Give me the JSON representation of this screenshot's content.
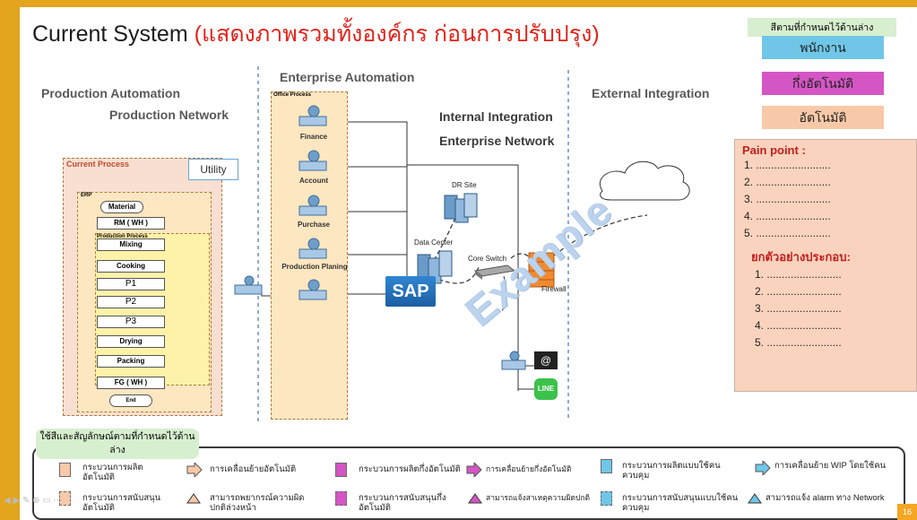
{
  "title": {
    "main": "Current System",
    "thai": "(แสดงภาพรวมทั้งองค์กร ก่อนการปรับปรุง)"
  },
  "zones": {
    "production_automation": "Production Automation",
    "production_network": "Production Network",
    "enterprise_automation": "Enterprise Automation",
    "internal_integration": "Internal Integration",
    "enterprise_network": "Enterprise Network",
    "external_integration": "External Integration"
  },
  "color_legend": {
    "title": "สีตามที่กำหนดไว้ด้านล่าง",
    "items": [
      {
        "label": "พนักงาน",
        "color": "#6fc6e6"
      },
      {
        "label": "กึ่งอัตโนมัติ",
        "color": "#d456c4"
      },
      {
        "label": "อัตโนมัติ",
        "color": "#f8c9a8"
      }
    ]
  },
  "pain_point": {
    "title": "Pain point :",
    "items": [
      "1. .........................",
      "2. .........................",
      "3. .........................",
      "4. .........................",
      "5. ........................."
    ],
    "example_title": "ยกตัวอย่างประกอบ:",
    "examples": [
      "1. .........................",
      "2. .........................",
      "3. .........................",
      "4. .........................",
      "5. ........................."
    ]
  },
  "current_process": {
    "label": "Current Process",
    "erp": "ERP",
    "material": "Material",
    "rm": "RM ( WH )",
    "production_process": "Production Process",
    "steps": [
      "Mixing",
      "Cooking",
      "P1",
      "P2",
      "P3",
      "Drying",
      "Packing"
    ],
    "fg": "FG ( WH )",
    "end": "End"
  },
  "utility": "Utility",
  "office": {
    "label": "Office Process",
    "departments": [
      "Finance",
      "Account",
      "Purchase",
      "Production Planing"
    ]
  },
  "infra": {
    "dr_site": "DR Site",
    "data_center": "Data Center",
    "core_switch": "Core Switch",
    "firewall": "Firewall",
    "sap": "SAP",
    "line": "LINE",
    "email_symbol": "@"
  },
  "watermark": "Example",
  "bottom_legend": {
    "header": "ใช้สีและสัญลักษณ์ตามที่กำหนดไว้ด้านล่าง",
    "items": [
      "กระบวนการผลิตอัตโนมัติ",
      "การเคลื่อนย้ายอัตโนมัติ",
      "กระบวนการผลิตกึ่งอัตโนมัติ",
      "การเคลื่อนย้ายกึ่งอัตโนมัติ",
      "กระบวนการผลิตแบบใช้คนควบคุม",
      "การเคลื่อนย้าย WIP โดยใช้คน",
      "กระบวนการสนับสนุนอัตโนมัติ",
      "สามารถพยากรณ์ความผิดปกติล่วงหน้า",
      "กระบวนการสนับสนุนกึ่งอัตโนมัติ",
      "สามารถแจ้งสาเหตุความผิดปกติ",
      "กระบวนการสนับสนุนแบบใช้คนควบคุม",
      "สามารถแจ้ง alarm ทาง Network"
    ]
  },
  "page_number": "16"
}
